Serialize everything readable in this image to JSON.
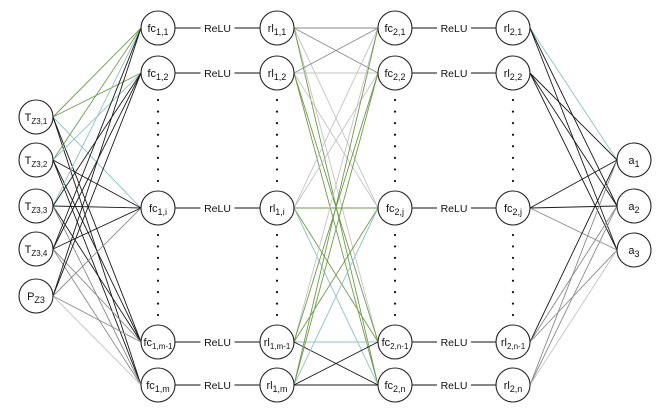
{
  "layers": [
    {
      "id": "input",
      "nodes": [
        {
          "base": "T",
          "sub": "Z3,1"
        },
        {
          "base": "T",
          "sub": "Z3,2"
        },
        {
          "base": "T",
          "sub": "Z3,3"
        },
        {
          "base": "T",
          "sub": "Z3,4"
        },
        {
          "base": "P",
          "sub": "Z3"
        }
      ]
    },
    {
      "id": "fc1",
      "nodes": [
        {
          "base": "fc",
          "sub": "1,1"
        },
        {
          "base": "fc",
          "sub": "1,2"
        },
        {
          "base": "fc",
          "sub": "1,i"
        },
        {
          "base": "fc",
          "sub": "1,m-1"
        },
        {
          "base": "fc",
          "sub": "1,m"
        }
      ]
    },
    {
      "id": "rl1",
      "nodes": [
        {
          "base": "rl",
          "sub": "1,1"
        },
        {
          "base": "rl",
          "sub": "1,2"
        },
        {
          "base": "rl",
          "sub": "1,i"
        },
        {
          "base": "rl",
          "sub": "1,m-1"
        },
        {
          "base": "rl",
          "sub": "1,m"
        }
      ]
    },
    {
      "id": "fc2",
      "nodes": [
        {
          "base": "fc",
          "sub": "2,1"
        },
        {
          "base": "fc",
          "sub": "2,2"
        },
        {
          "base": "fc",
          "sub": "2,j"
        },
        {
          "base": "fc",
          "sub": "2,n-1"
        },
        {
          "base": "fc",
          "sub": "2,n"
        }
      ]
    },
    {
      "id": "rl2",
      "nodes": [
        {
          "base": "rl",
          "sub": "2,1"
        },
        {
          "base": "rl",
          "sub": "2,2"
        },
        {
          "base": "fc",
          "sub": "2,j"
        },
        {
          "base": "rl",
          "sub": "2,n-1"
        },
        {
          "base": "rl",
          "sub": "2,n"
        }
      ]
    },
    {
      "id": "output",
      "nodes": [
        {
          "base": "a",
          "sub": "1"
        },
        {
          "base": "a",
          "sub": "2"
        },
        {
          "base": "a",
          "sub": "3"
        }
      ]
    }
  ],
  "activation_label": "ReLU",
  "ellipsis": "⋮",
  "colors": {
    "node_stroke": "#222222",
    "black_edge": "#1a1a1a",
    "gray_edge": "#8a8a8a",
    "light_gray_edge": "#c4c4c4",
    "green_edge": "#6f9a4a",
    "teal_edge": "#8cc4c0"
  }
}
